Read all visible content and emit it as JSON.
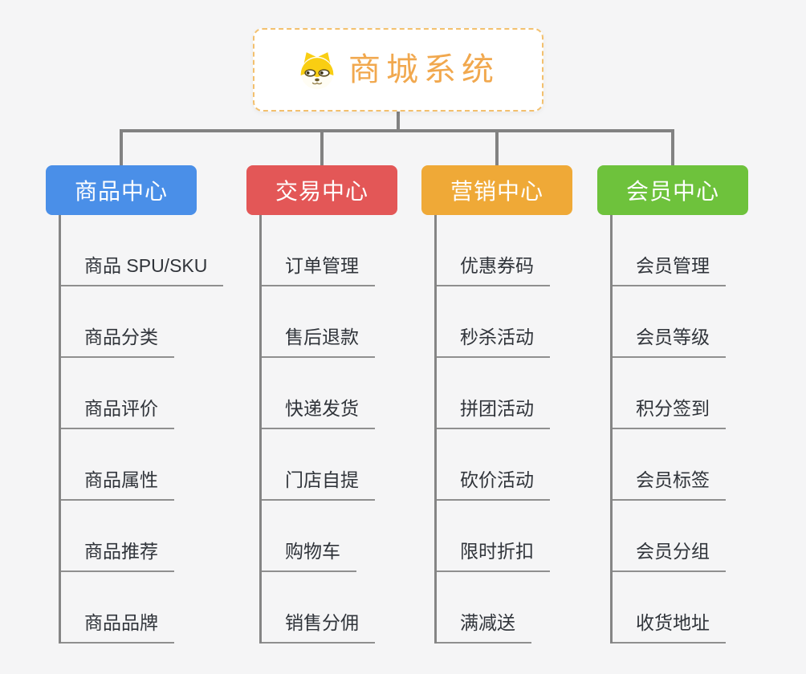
{
  "root": {
    "title": "商城系统",
    "icon": "dog-face-icon"
  },
  "branches": [
    {
      "label": "商品中心",
      "color": "#4a8fe8",
      "children": [
        "商品 SPU/SKU",
        "商品分类",
        "商品评价",
        "商品属性",
        "商品推荐",
        "商品品牌"
      ]
    },
    {
      "label": "交易中心",
      "color": "#e35757",
      "children": [
        "订单管理",
        "售后退款",
        "快递发货",
        "门店自提",
        "购物车",
        "销售分佣"
      ]
    },
    {
      "label": "营销中心",
      "color": "#efa937",
      "children": [
        "优惠券码",
        "秒杀活动",
        "拼团活动",
        "砍价活动",
        "限时折扣",
        "满减送"
      ]
    },
    {
      "label": "会员中心",
      "color": "#6ec23c",
      "children": [
        "会员管理",
        "会员等级",
        "积分签到",
        "会员标签",
        "会员分组",
        "收货地址"
      ]
    }
  ],
  "colors": {
    "background": "#f5f5f6",
    "root_border": "#f3c06e",
    "root_title": "#f1a84e",
    "connector": "#828282",
    "leaf_underline": "#8f8f8f",
    "leaf_text": "#30343a"
  }
}
